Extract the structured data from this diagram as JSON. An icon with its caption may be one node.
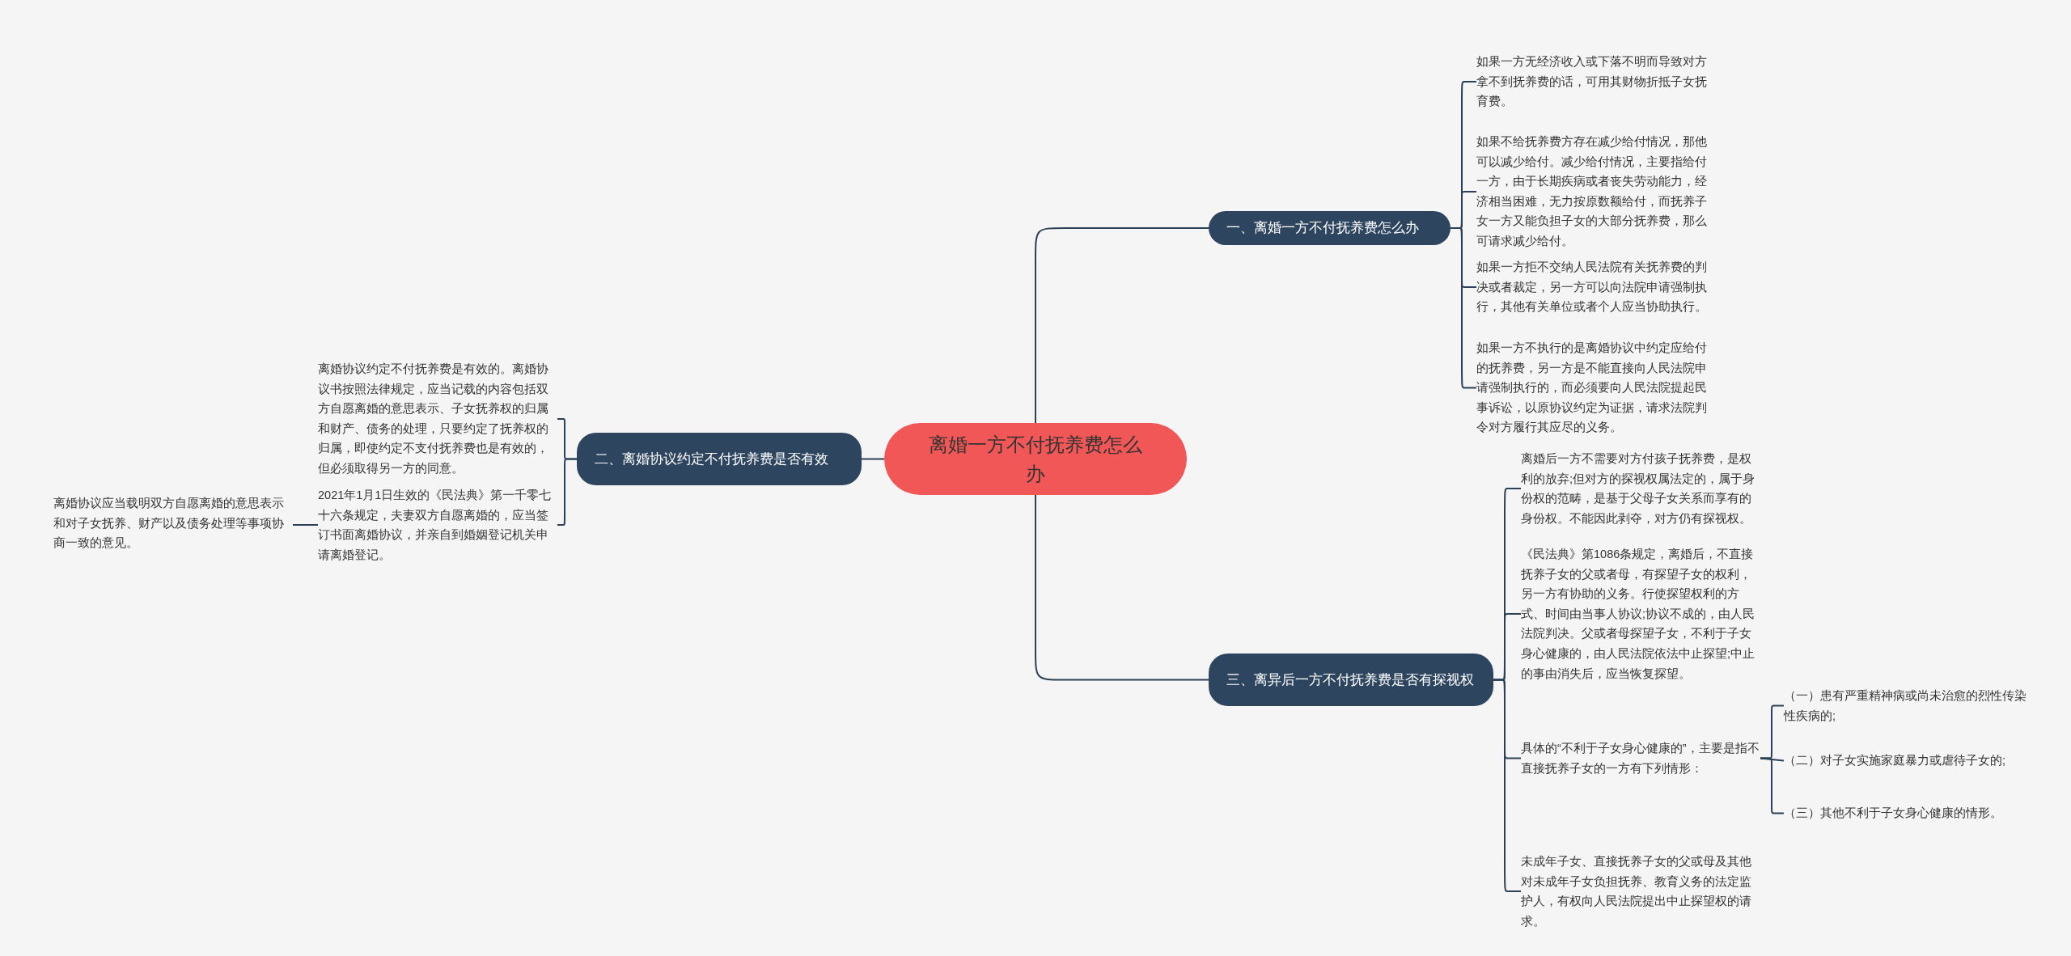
{
  "diagram": {
    "nodes": [
      {
        "text": [
          "离婚一方不付抚养费怎么办"
        ]
      },
      {
        "text": [
          "一、离婚一方不付抚养费怎么办"
        ]
      },
      {
        "text": [
          "如果一方无经济收入或下落不明而导致对方拿不到抚养费的话，可用其财物折抵子女抚育费。"
        ]
      },
      {
        "text": [
          "如果不给抚养费方存在减少给付情况，那他可以减少给付。减少给付情况，主要指给付一方，由于长期疾病或者丧失劳动能力，经济相当困难，无力按原数额给付，而抚养子女一方又能负担子女的大部分抚养费，那么可请求减少给付。"
        ]
      },
      {
        "text": [
          "如果一方拒不交纳人民法院有关抚养费的判决或者裁定，另一方可以向法院申请强制执行，其他有关单位或者个人应当协助执行。"
        ]
      },
      {
        "text": [
          "如果一方不执行的是离婚协议中约定应给付的抚养费，另一方是不能直接向人民法院申请强制执行的，而必须要向人民法院提起民事诉讼，以原协议约定为证据，请求法院判令对方履行其应尽的义务。"
        ]
      },
      {
        "text": [
          "二、离婚协议约定不付抚养费是否有效"
        ]
      },
      {
        "text": [
          "离婚协议约定不付抚养费是有效的。离婚协议书按照法律规定，应当记载的内容包括双方自愿离婚的意思表示、子女抚养权的归属和财产、债务的处理，只要约定了抚养权的归属，即使约定不支付抚养费也是有效的，但必须取得另一方的同意。"
        ]
      },
      {
        "text": [
          "2021年1月1日生效的《民法典》第一千零七十六条规定，夫妻双方自愿离婚的，应当签订书面离婚协议，并亲自到婚姻登记机关申请离婚登记。"
        ]
      },
      {
        "text": [
          "离婚协议应当载明双方自愿离婚的意思表示和对子女抚养、财产以及债务处理等事项协商一致的意见。"
        ]
      },
      {
        "text": [
          "三、离异后一方不付抚养费是否有探视权"
        ]
      },
      {
        "text": [
          "离婚后一方不需要对方付孩子抚养费，是权利的放弃;但对方的探视权属法定的，属于身份权的范畴，是基于父母子女关系而享有的身份权。不能因此剥夺，对方仍有探视权。"
        ]
      },
      {
        "text": [
          "《民法典》第1086条规定，离婚后，不直接抚养子女的父或者母，有探望子女的权利，另一方有协助的义务。行使探望权利的方式、时间由当事人协议;协议不成的，由人民法院判决。父或者母探望子女，不利于子女身心健康的，由人民法院依法中止探望;中止的事由消失后，应当恢复探望。"
        ]
      },
      {
        "text": [
          "具体的“不利于子女身心健康的”，主要是指不直接抚养子女的一方有下列情形："
        ]
      },
      {
        "text": [
          "未成年子女、直接抚养子女的父或母及其他对未成年子女负担抚养、教育义务的法定监护人，有权向人民法院提出中止探望权的请求。"
        ]
      },
      {
        "text": [
          "（一）患有严重精神病或尚未治愈的烈性传染性疾病的;"
        ]
      },
      {
        "text": [
          "（二）对子女实施家庭暴力或虐待子女的;"
        ]
      },
      {
        "text": [
          "（三）其他不利于子女身心健康的情形。"
        ]
      }
    ],
    "edges": [
      {
        "from": 0,
        "to": 1,
        "arrow": "none"
      },
      {
        "from": 1,
        "to": 2,
        "arrow": "none"
      },
      {
        "from": 1,
        "to": 3,
        "arrow": "none"
      },
      {
        "from": 1,
        "to": 4,
        "arrow": "none"
      },
      {
        "from": 1,
        "to": 5,
        "arrow": "none"
      },
      {
        "from": 0,
        "to": 6,
        "arrow": "none"
      },
      {
        "from": 6,
        "to": 7,
        "arrow": "none"
      },
      {
        "from": 6,
        "to": 8,
        "arrow": "none"
      },
      {
        "from": 8,
        "to": 9,
        "arrow": "none"
      },
      {
        "from": 0,
        "to": 10,
        "arrow": "none"
      },
      {
        "from": 10,
        "to": 11,
        "arrow": "none"
      },
      {
        "from": 10,
        "to": 12,
        "arrow": "none"
      },
      {
        "from": 10,
        "to": 13,
        "arrow": "none"
      },
      {
        "from": 10,
        "to": 14,
        "arrow": "none"
      },
      {
        "from": 13,
        "to": 15,
        "arrow": "none"
      },
      {
        "from": 13,
        "to": 16,
        "arrow": "none"
      },
      {
        "from": 13,
        "to": 17,
        "arrow": "none"
      }
    ]
  }
}
